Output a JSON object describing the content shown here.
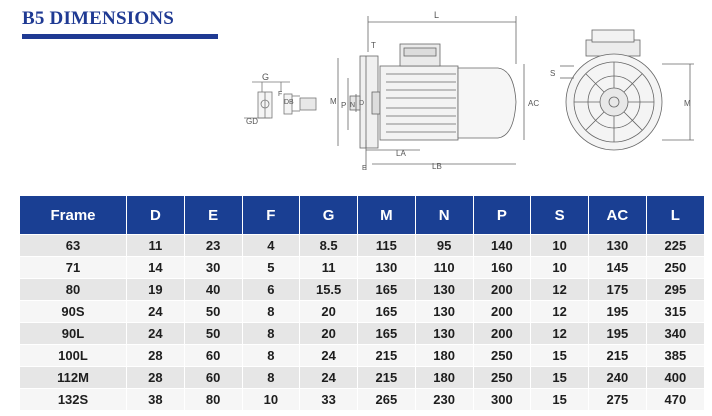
{
  "title": "B5 DIMENSIONS",
  "drawing": {
    "side_labels": {
      "L": "L",
      "T": "T",
      "M": "M",
      "P": "P",
      "N": "N",
      "D": "D",
      "AC": "AC",
      "LA": "LA",
      "LB": "LB",
      "E": "E"
    },
    "shaft_labels": {
      "G": "G",
      "F": "F",
      "DB": "DB",
      "GD": "GD"
    },
    "front_labels": {
      "S": "S",
      "M": "M"
    }
  },
  "table": {
    "headers": [
      "Frame",
      "D",
      "E",
      "F",
      "G",
      "M",
      "N",
      "P",
      "S",
      "AC",
      "L"
    ],
    "rows": [
      [
        "63",
        "11",
        "23",
        "4",
        "8.5",
        "115",
        "95",
        "140",
        "10",
        "130",
        "225"
      ],
      [
        "71",
        "14",
        "30",
        "5",
        "11",
        "130",
        "110",
        "160",
        "10",
        "145",
        "250"
      ],
      [
        "80",
        "19",
        "40",
        "6",
        "15.5",
        "165",
        "130",
        "200",
        "12",
        "175",
        "295"
      ],
      [
        "90S",
        "24",
        "50",
        "8",
        "20",
        "165",
        "130",
        "200",
        "12",
        "195",
        "315"
      ],
      [
        "90L",
        "24",
        "50",
        "8",
        "20",
        "165",
        "130",
        "200",
        "12",
        "195",
        "340"
      ],
      [
        "100L",
        "28",
        "60",
        "8",
        "24",
        "215",
        "180",
        "250",
        "15",
        "215",
        "385"
      ],
      [
        "112M",
        "28",
        "60",
        "8",
        "24",
        "215",
        "180",
        "250",
        "15",
        "240",
        "400"
      ],
      [
        "132S",
        "38",
        "80",
        "10",
        "33",
        "265",
        "230",
        "300",
        "15",
        "275",
        "470"
      ]
    ]
  },
  "colors": {
    "accent": "#1f3a93",
    "header_bg": "#1a3f93",
    "row_odd": "#e6e6e6",
    "row_even": "#f6f6f6"
  }
}
